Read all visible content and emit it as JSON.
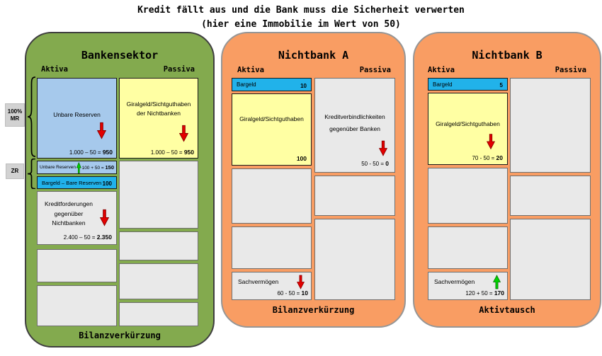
{
  "title": {
    "line1": "Kredit fällt aus und die Bank muss die Sicherheit verwerten",
    "line2": "(hier eine Immobilie im Wert von 50)"
  },
  "colors": {
    "panel_green": "#83aa4e",
    "panel_orange": "#f99d63",
    "box_blue": "#a6c9ec",
    "box_cyan": "#21b2ea",
    "box_yellow": "#ffffa3",
    "box_gray": "#e9e9e9",
    "arrow_red": "#e30000",
    "arrow_green": "#00d300"
  },
  "bank": {
    "title": "Bankensektor",
    "aktiva": "Aktiva",
    "passiva": "Passiva",
    "footer": "Bilanzverkürzung",
    "mr_line1": "100%",
    "mr_line2": "MR",
    "zr": "ZR",
    "unbare_big": {
      "label": "Unbare Reserven",
      "formula": "1.000 – 50 =",
      "result": "950"
    },
    "giralgeld_nb": {
      "label": "Giralgeld/Sichtguthaben der Nichtbanken",
      "formula": "1.000 – 50 =",
      "result": "950"
    },
    "unbare_small": {
      "label": "Unbare Reserven",
      "formula": "100 + 50 =",
      "result": "150"
    },
    "bargeld_bare": {
      "label": "Bargeld – Bare Reserven",
      "result": "100"
    },
    "kreditforderungen": {
      "label": "Kreditforderungen gegenüber Nichtbanken",
      "formula": "2.400 – 50 =",
      "result": "2.350"
    }
  },
  "nichtbank_a": {
    "title": "Nichtbank A",
    "aktiva": "Aktiva",
    "passiva": "Passiva",
    "footer": "Bilanzverkürzung",
    "bargeld": {
      "label": "Bargeld",
      "result": "10"
    },
    "giralgeld": {
      "label": "Giralgeld/Sichtguthaben",
      "result": "100"
    },
    "kreditverbindlichkeiten": {
      "label": "Kreditverbindlichkeiten gegenüber Banken",
      "formula": "50 - 50 =",
      "result": "0"
    },
    "sachvermoegen": {
      "label": "Sachvermögen",
      "formula": "60 - 50 =",
      "result": "10"
    }
  },
  "nichtbank_b": {
    "title": "Nichtbank B",
    "aktiva": "Aktiva",
    "passiva": "Passiva",
    "footer": "Aktivtausch",
    "bargeld": {
      "label": "Bargeld",
      "result": "5"
    },
    "giralgeld": {
      "label": "Giralgeld/Sichtguthaben",
      "formula": "70 - 50 =",
      "result": "20"
    },
    "sachvermoegen": {
      "label": "Sachvermögen",
      "formula": "120 + 50 =",
      "result": "170"
    }
  }
}
